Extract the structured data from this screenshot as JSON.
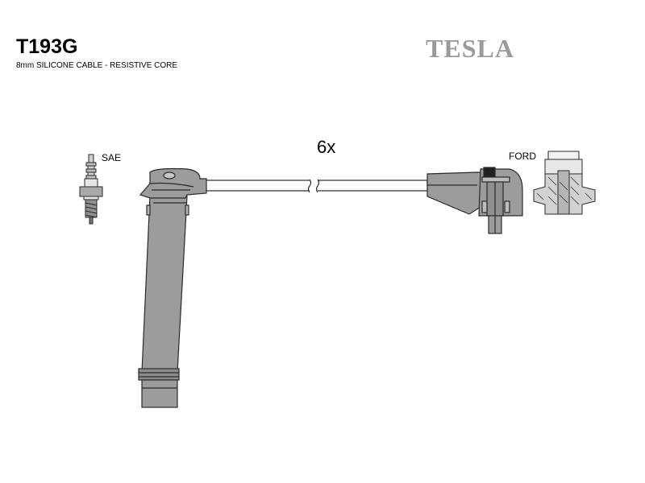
{
  "header": {
    "product_code": "T193G",
    "description": "8mm SILICONE CABLE - RESISTIVE CORE",
    "brand": "TESLA"
  },
  "diagram": {
    "quantity": "6x",
    "left_connector_label": "SAE",
    "right_connector_label": "FORD",
    "colors": {
      "part_fill": "#9c9c9c",
      "outline": "#2a2a2a",
      "brand_gray": "#9a9a9a"
    }
  }
}
